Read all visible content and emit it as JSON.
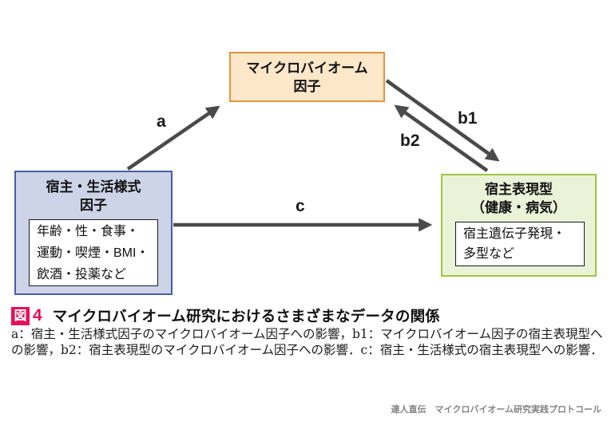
{
  "colors": {
    "accent": "#e5105a",
    "arrow": "#4a4a4a",
    "microbiome_fill": "#fde7c9",
    "microbiome_border": "#e8913a",
    "host_fill": "#cdd4e8",
    "host_border": "#4a5ca8",
    "pheno_fill": "#eaf2d8",
    "pheno_border": "#9fc63f"
  },
  "diagram": {
    "boxes": {
      "microbiome": {
        "title_lines": [
          "マイクロバイオーム",
          "因子"
        ]
      },
      "host_lifestyle": {
        "title_lines": [
          "宿主・生活様式",
          "因子"
        ],
        "detail_lines": [
          "年齢・性・食事・",
          "運動・喫煙・BMI・",
          "飲酒・投薬など"
        ]
      },
      "host_phenotype": {
        "title_lines": [
          "宿主表現型",
          "（健康・病気）"
        ],
        "detail_lines": [
          "宿主遺伝子発現・",
          "多型など"
        ]
      }
    },
    "arrow_labels": {
      "a": "a",
      "b1": "b1",
      "b2": "b2",
      "c": "c"
    }
  },
  "caption": {
    "fig_badge": "図",
    "fig_number": "4",
    "title": "マイクロバイオーム研究におけるさまざまなデータの関係"
  },
  "description": {
    "text": "a：宿主・生活様式因子のマイクロバイオーム因子への影響，b1：マイクロバイオーム因子の宿主表現型への影響，b2：宿主表現型のマイクロバイオーム因子への影響．c：宿主・生活様式の宿主表現型への影響．"
  },
  "footer": {
    "credit": "達人直伝　マイクロバイオーム研究実践プロトコール"
  }
}
